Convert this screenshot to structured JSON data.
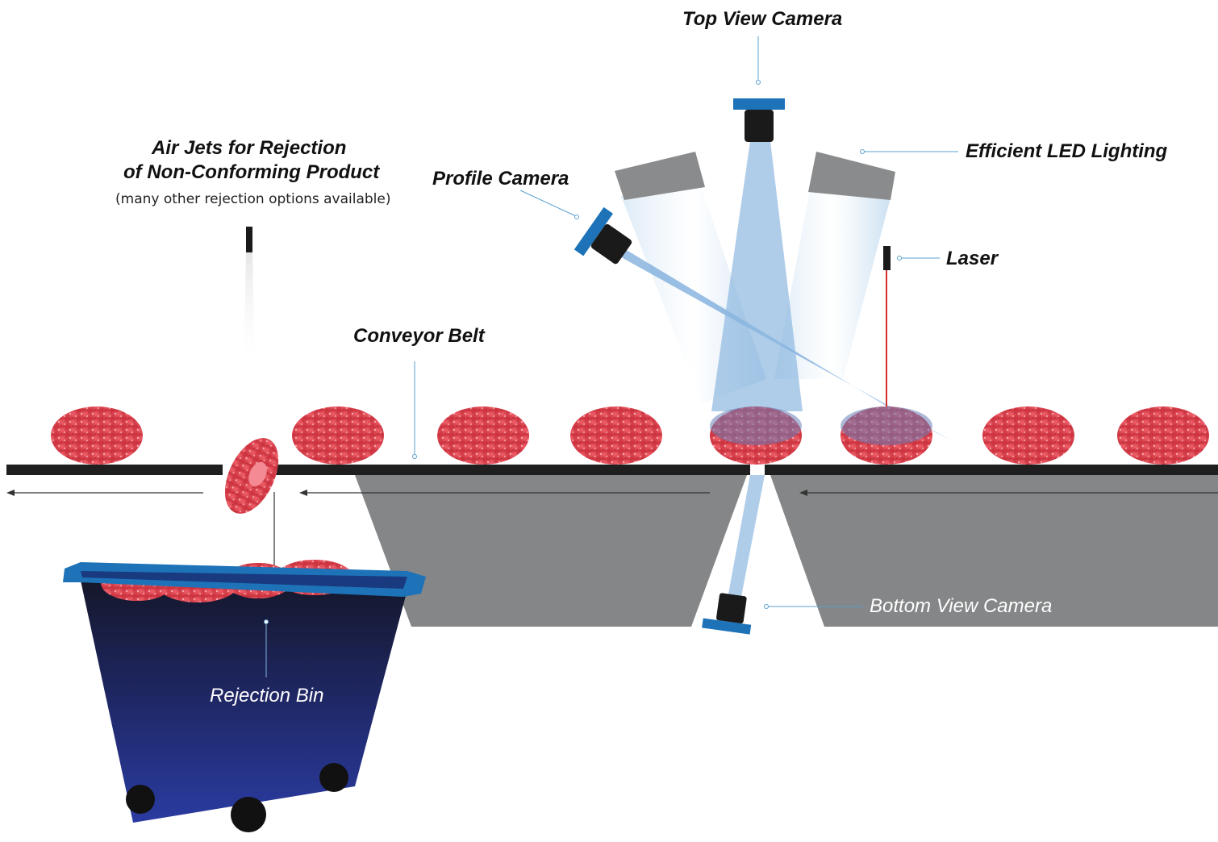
{
  "labels": {
    "top_view_camera": "Top View Camera",
    "efficient_led_lighting": "Efficient LED Lighting",
    "profile_camera": "Profile Camera",
    "laser": "Laser",
    "air_jets_line1": "Air Jets for Rejection",
    "air_jets_line2": "of Non-Conforming Product",
    "air_jets_note": "(many other rejection options available)",
    "conveyor_belt": "Conveyor Belt",
    "rejection_bin": "Rejection Bin",
    "bottom_view_camera": "Bottom View Camera"
  },
  "colors": {
    "camera_blue": "#1d72b8",
    "camera_body": "#1a1a1a",
    "beam_blue": "#8db8e0",
    "belt": "#1f1f1f",
    "support_gray": "#858687",
    "bin_blue": "#24308a",
    "bin_dark": "#1a1f3f",
    "patty_red": "#e2404b",
    "laser_red": "#d32f2f"
  }
}
